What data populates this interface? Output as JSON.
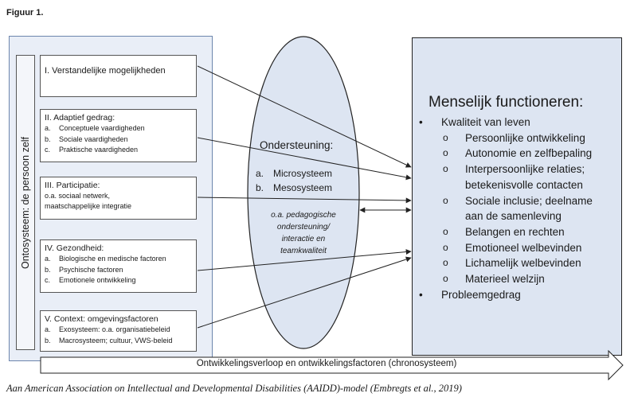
{
  "figure_label": "Figuur 1.",
  "ontosysteem_label": "Ontosysteem: de persoon zelf",
  "factors": [
    {
      "title": "I. Verstandelijke mogelijkheden",
      "items": [],
      "subtext": ""
    },
    {
      "title": "II. Adaptief gedrag:",
      "items": [
        {
          "letter": "a.",
          "text": "Conceptuele vaardigheden"
        },
        {
          "letter": "b.",
          "text": "Sociale vaardigheden"
        },
        {
          "letter": "c.",
          "text": "Praktische vaardigheden"
        }
      ],
      "subtext": ""
    },
    {
      "title": "III. Participatie:",
      "items": [],
      "subtext": "o.a. sociaal netwerk, maatschappelijke integratie"
    },
    {
      "title": "IV. Gezondheid:",
      "items": [
        {
          "letter": "a.",
          "text": "Biologische en medische factoren"
        },
        {
          "letter": "b.",
          "text": "Psychische factoren"
        },
        {
          "letter": "c.",
          "text": "Emotionele ontwikkeling"
        }
      ],
      "subtext": ""
    },
    {
      "title": "V. Context: omgevingsfactoren",
      "items": [
        {
          "letter": "a.",
          "text": "Exosysteem: o.a. organisatiebeleid"
        },
        {
          "letter": "b.",
          "text": "Macrosysteem; cultuur, VWS-beleid"
        }
      ],
      "subtext": ""
    }
  ],
  "support": {
    "title": "Ondersteuning:",
    "items": [
      {
        "letter": "a.",
        "text": "Microsysteem"
      },
      {
        "letter": "b.",
        "text": "Mesosysteem"
      }
    ],
    "note_lines": [
      "o.a. pedagogische",
      "ondersteuning/",
      "interactie en",
      "teamkwaliteit"
    ]
  },
  "functioning": {
    "title": "Menselijk functioneren:",
    "main_items": [
      {
        "label": "Kwaliteit van leven",
        "sub": [
          "Persoonlijke ontwikkeling",
          "Autonomie en zelfbepaling",
          "Interpersoonlijke relaties;",
          "betekenisvolle contacten",
          "Sociale inclusie; deelname",
          "aan de samenleving",
          "Belangen en rechten",
          "Emotioneel welbevinden",
          "Lichamelijk welbevinden",
          "Materieel welzijn"
        ],
        "sub_bullets": [
          true,
          true,
          true,
          false,
          true,
          false,
          true,
          true,
          true,
          true
        ]
      },
      {
        "label": "Probleemgedrag",
        "sub": [],
        "sub_bullets": []
      }
    ],
    "bullet_main": "•",
    "bullet_sub": "o"
  },
  "timeline_arrow": "Ontwikkelingsverloop en ontwikkelingsfactoren (chronosysteem)",
  "caption": "Aan American Association on Intellectual and Developmental Disabilities (AAIDD)-model (Embregts et al., 2019)"
}
